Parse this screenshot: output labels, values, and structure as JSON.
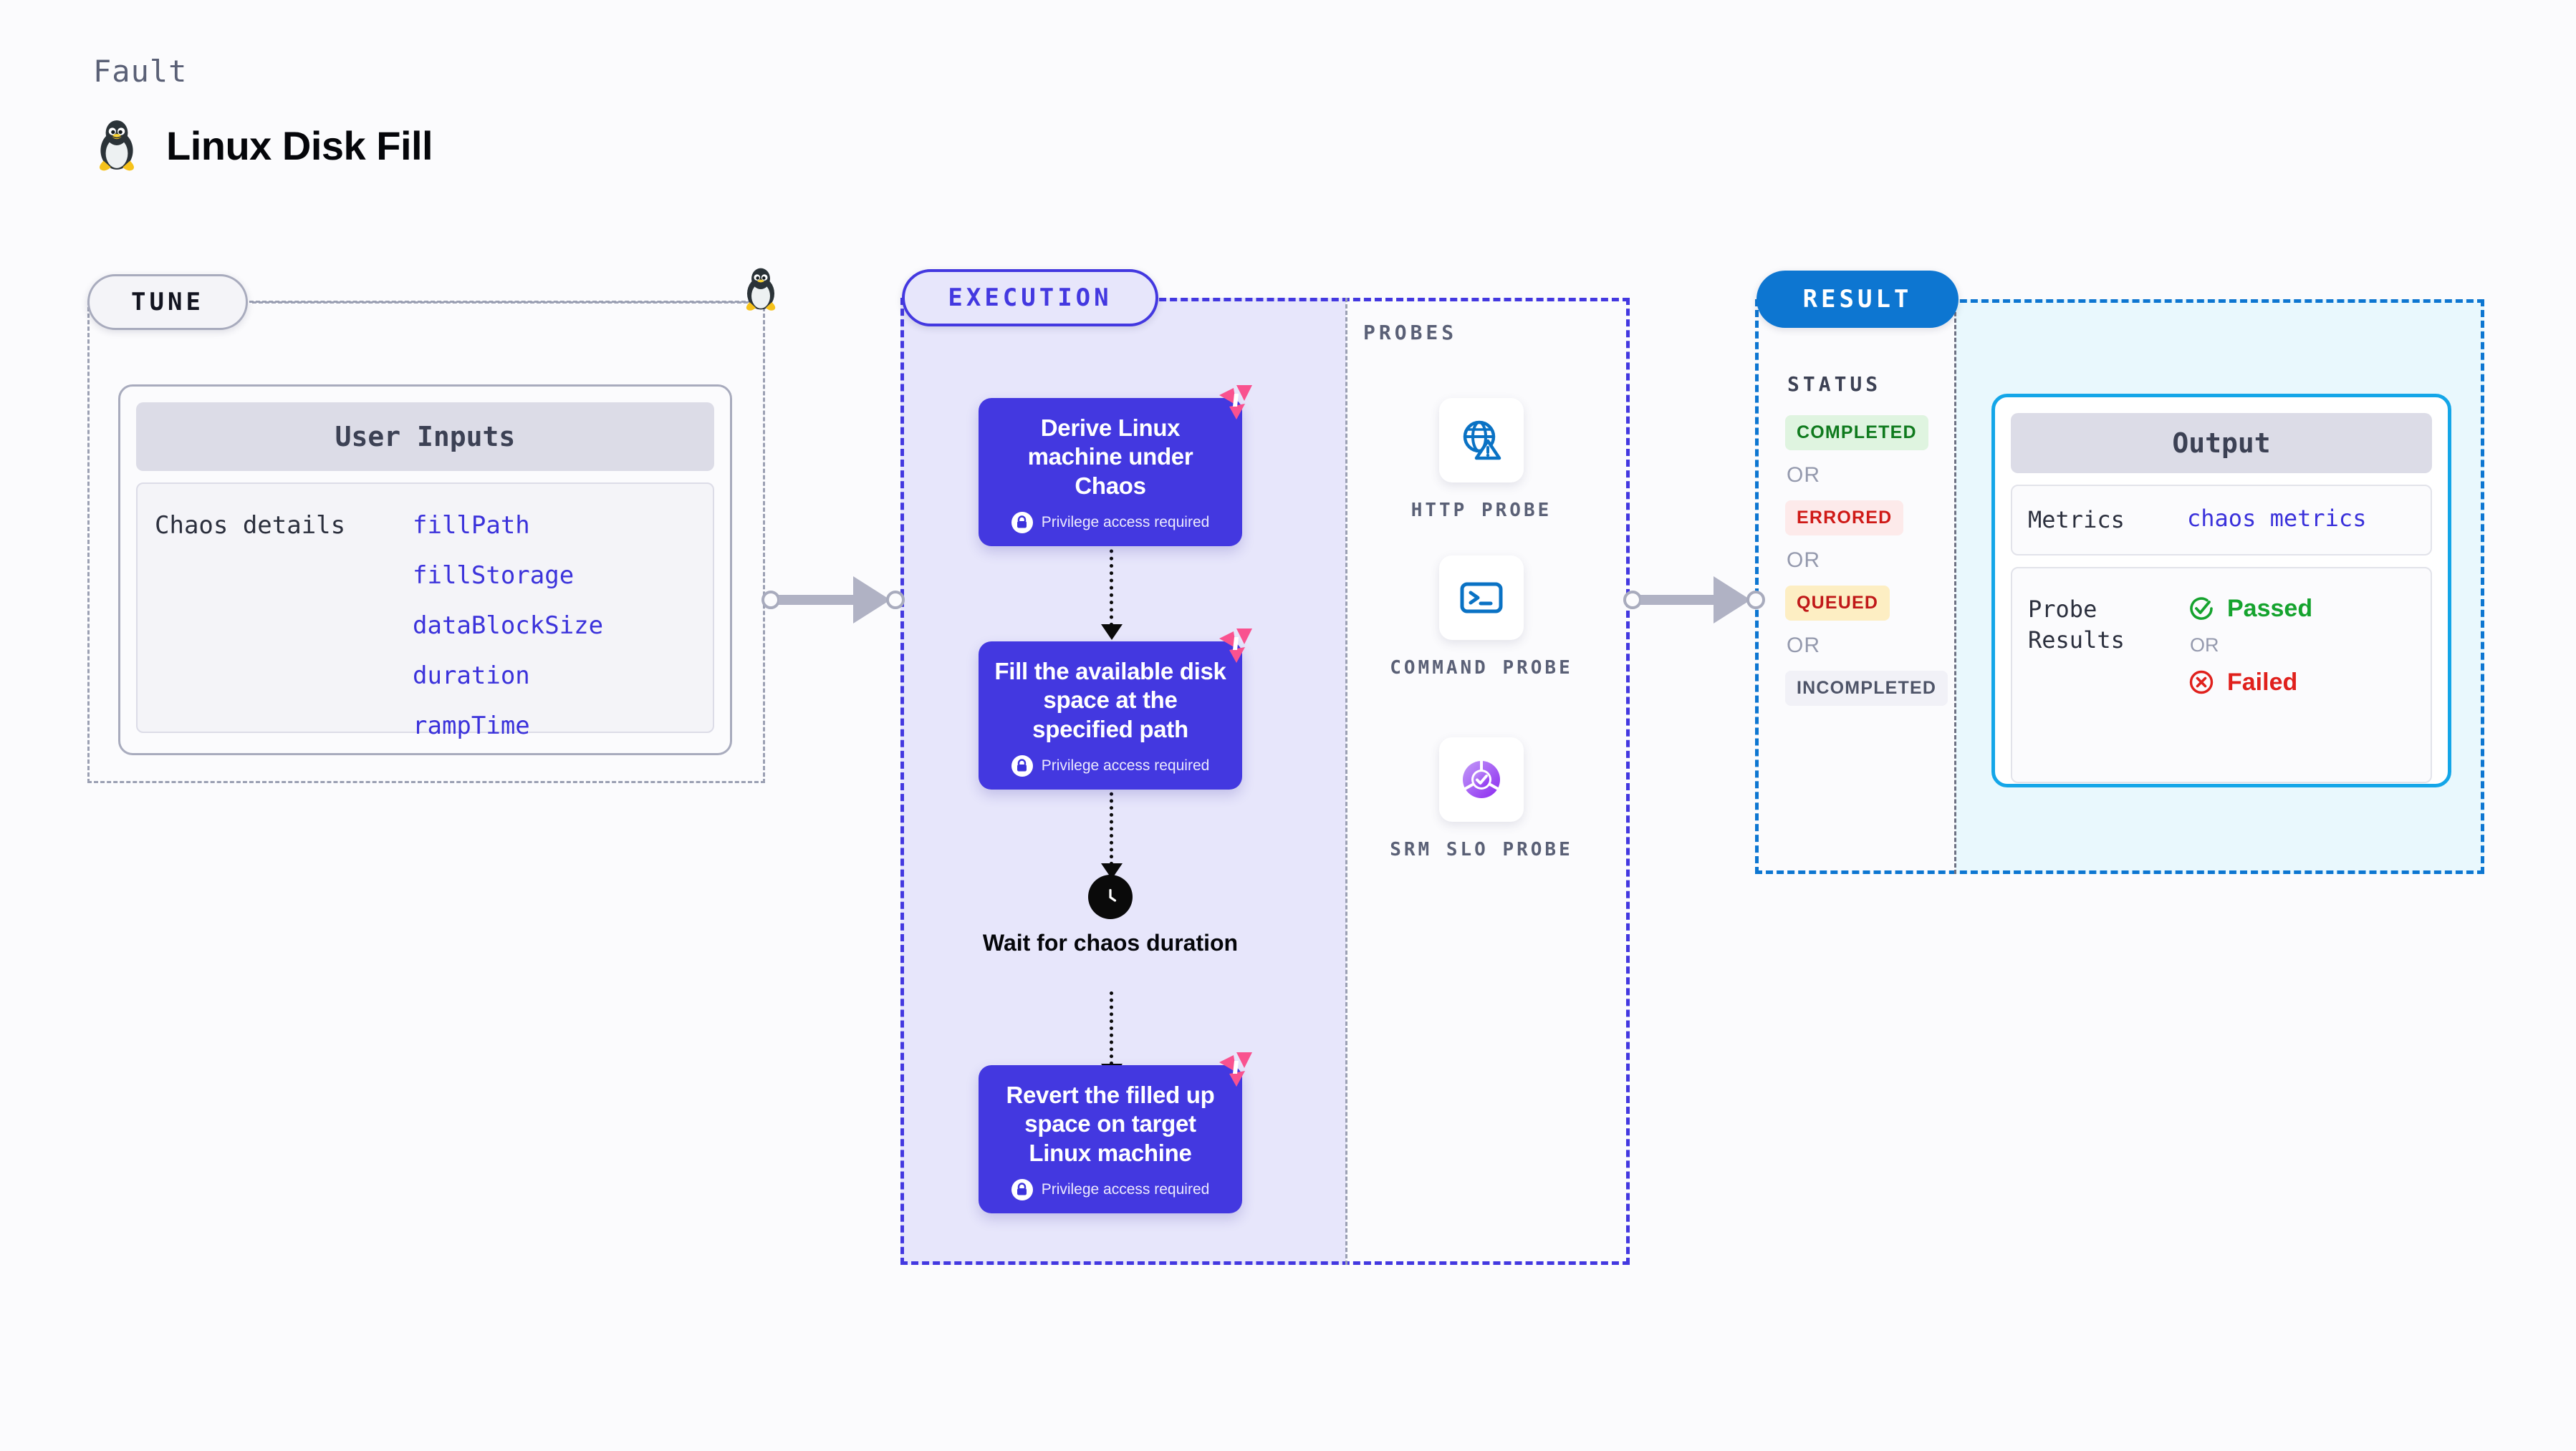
{
  "header": {
    "eyebrow": "Fault",
    "title": "Linux Disk Fill",
    "icon": "tux-penguin-icon"
  },
  "tune": {
    "badge": "TUNE",
    "penguin_icon": "tux-penguin-icon",
    "card": {
      "header": "User Inputs",
      "key": "Chaos details",
      "values": [
        "fillPath",
        "fillStorage",
        "dataBlockSize",
        "duration",
        "rampTime"
      ]
    }
  },
  "execution": {
    "badge": "EXECUTION",
    "priv_text": "Privilege access required",
    "lock_icon": "lock-icon",
    "flag_icon": "chaos-fault-icon",
    "steps": [
      {
        "title": "Derive Linux machine under Chaos",
        "privilege": true
      },
      {
        "title": "Fill the available disk space at the specified path",
        "privilege": true
      },
      {
        "title": "Revert the filled up space on target Linux machine",
        "privilege": true
      }
    ],
    "wait": {
      "icon": "clock-icon",
      "label": "Wait for chaos duration"
    }
  },
  "probes": {
    "label": "PROBES",
    "items": [
      {
        "name": "HTTP PROBE",
        "icon": "globe-warning-icon"
      },
      {
        "name": "COMMAND PROBE",
        "icon": "terminal-icon"
      },
      {
        "name": "SRM SLO PROBE",
        "icon": "slo-donut-check-icon"
      }
    ]
  },
  "result": {
    "badge": "RESULT",
    "status_label": "STATUS",
    "or_text": "OR",
    "statuses": [
      {
        "label": "COMPLETED",
        "color": "#0f7a1d",
        "bg": "#dff4e0"
      },
      {
        "label": "ERRORED",
        "color": "#cf1a17",
        "bg": "#fdeaea"
      },
      {
        "label": "QUEUED",
        "color": "#c01818",
        "bg": "#fdeec3"
      },
      {
        "label": "INCOMPLETED",
        "color": "#4e5468",
        "bg": "#f1f1f7"
      }
    ],
    "output": {
      "header": "Output",
      "metrics_key": "Metrics",
      "metrics_value": "chaos metrics",
      "probe_key": "Probe Results",
      "passed": "Passed",
      "failed": "Failed",
      "or_text": "OR",
      "pass_icon": "check-circle-icon",
      "fail_icon": "x-circle-icon"
    }
  },
  "colors": {
    "accent_purple": "#4338e0",
    "accent_blue": "#0d76d1",
    "accent_cyan": "#14a6e8",
    "flag_pink": "#f9528f",
    "pass_green": "#15a32e",
    "fail_red": "#e0201c"
  }
}
